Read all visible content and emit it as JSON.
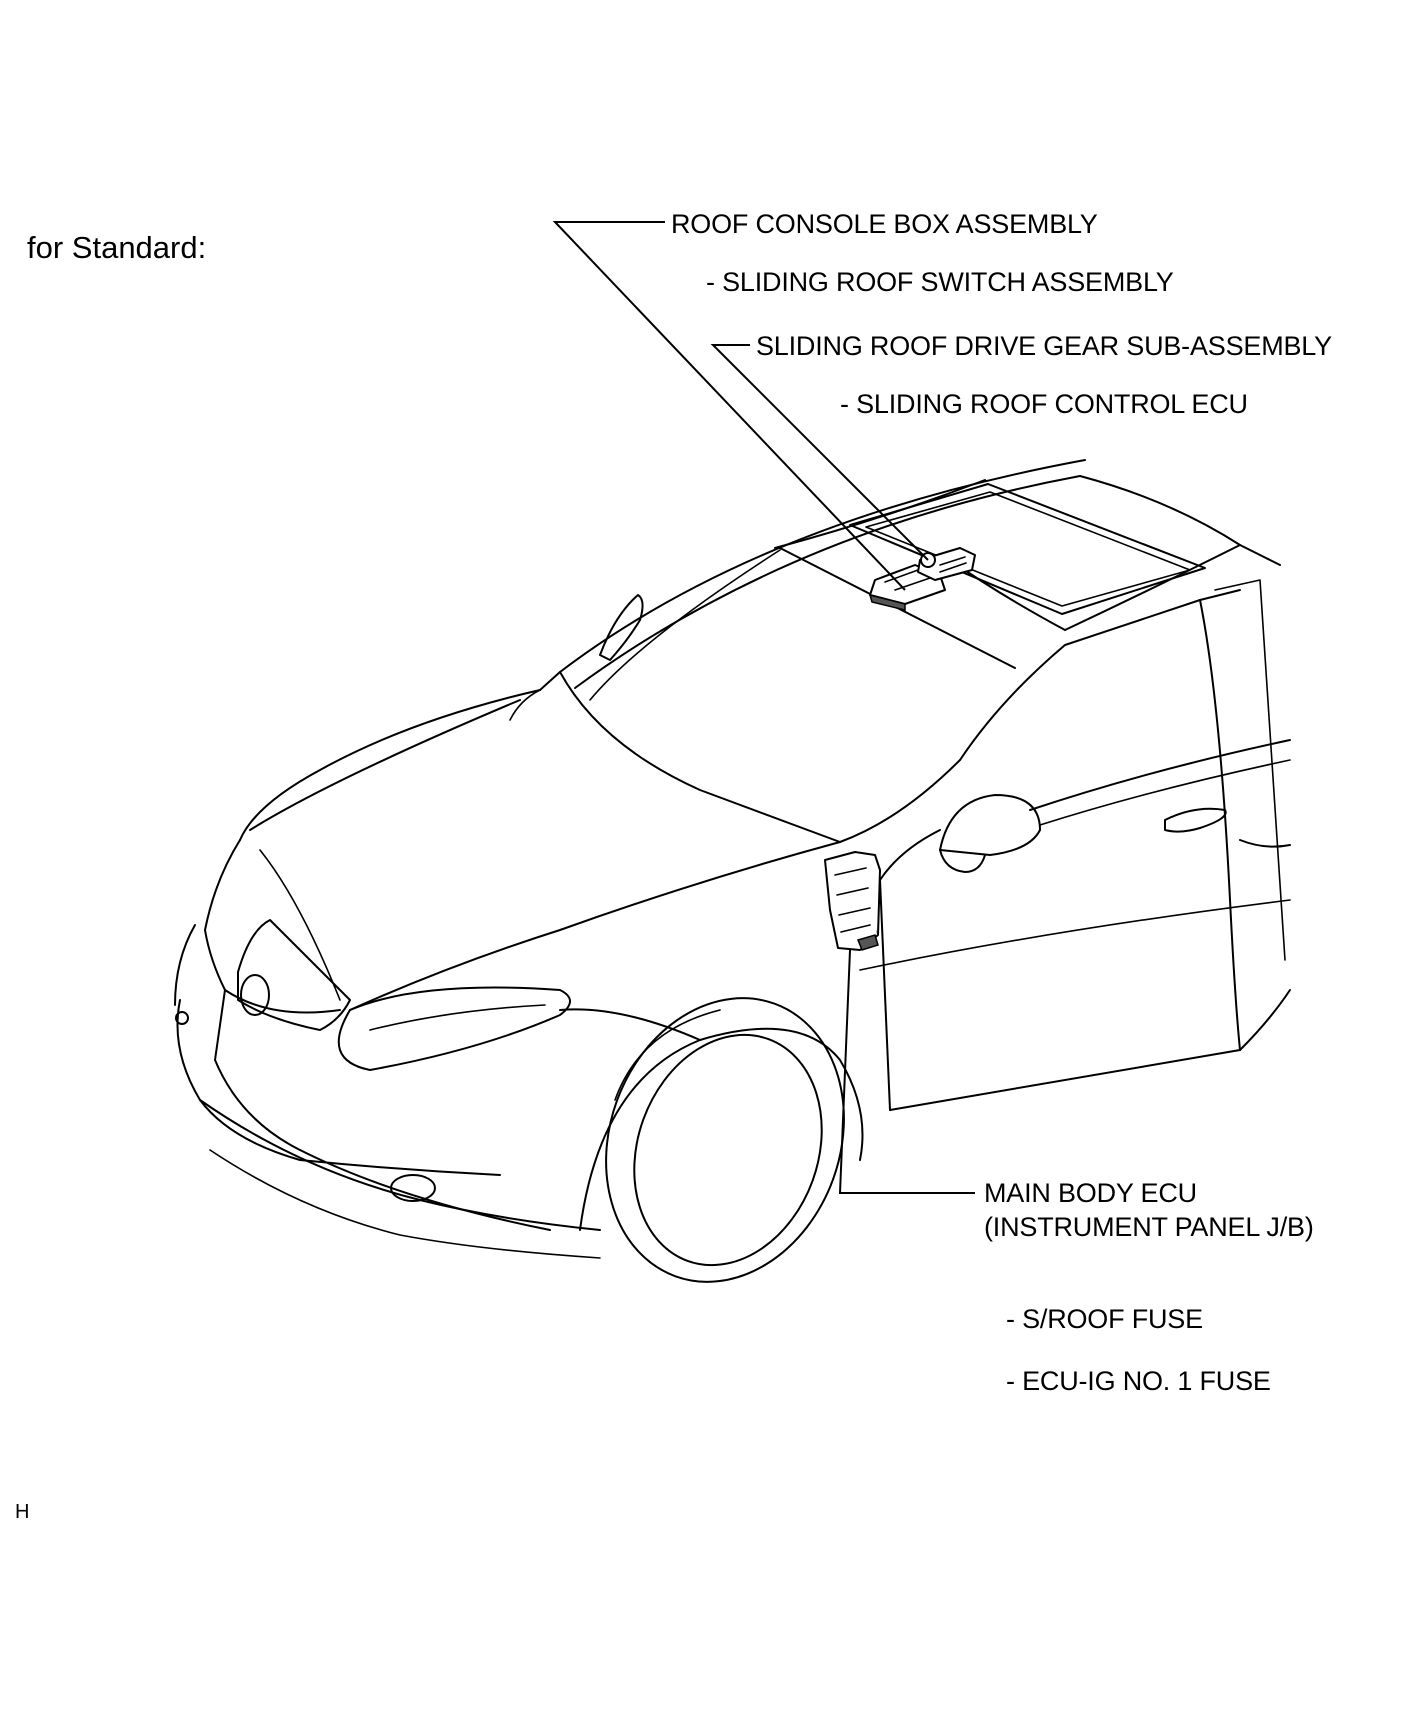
{
  "heading": "for Standard:",
  "labels": {
    "roof_console": "ROOF CONSOLE BOX ASSEMBLY",
    "sliding_roof_switch": "- SLIDING ROOF SWITCH ASSEMBLY",
    "drive_gear": "SLIDING ROOF DRIVE GEAR SUB-ASSEMBLY",
    "control_ecu": "- SLIDING ROOF CONTROL ECU",
    "main_body_ecu": "MAIN BODY ECU",
    "instrument_panel_jb": "(INSTRUMENT PANEL J/B)",
    "sroof_fuse": "- S/ROOF FUSE",
    "ecu_ig_fuse": "- ECU-IG NO. 1 FUSE"
  },
  "figure_code": "H"
}
